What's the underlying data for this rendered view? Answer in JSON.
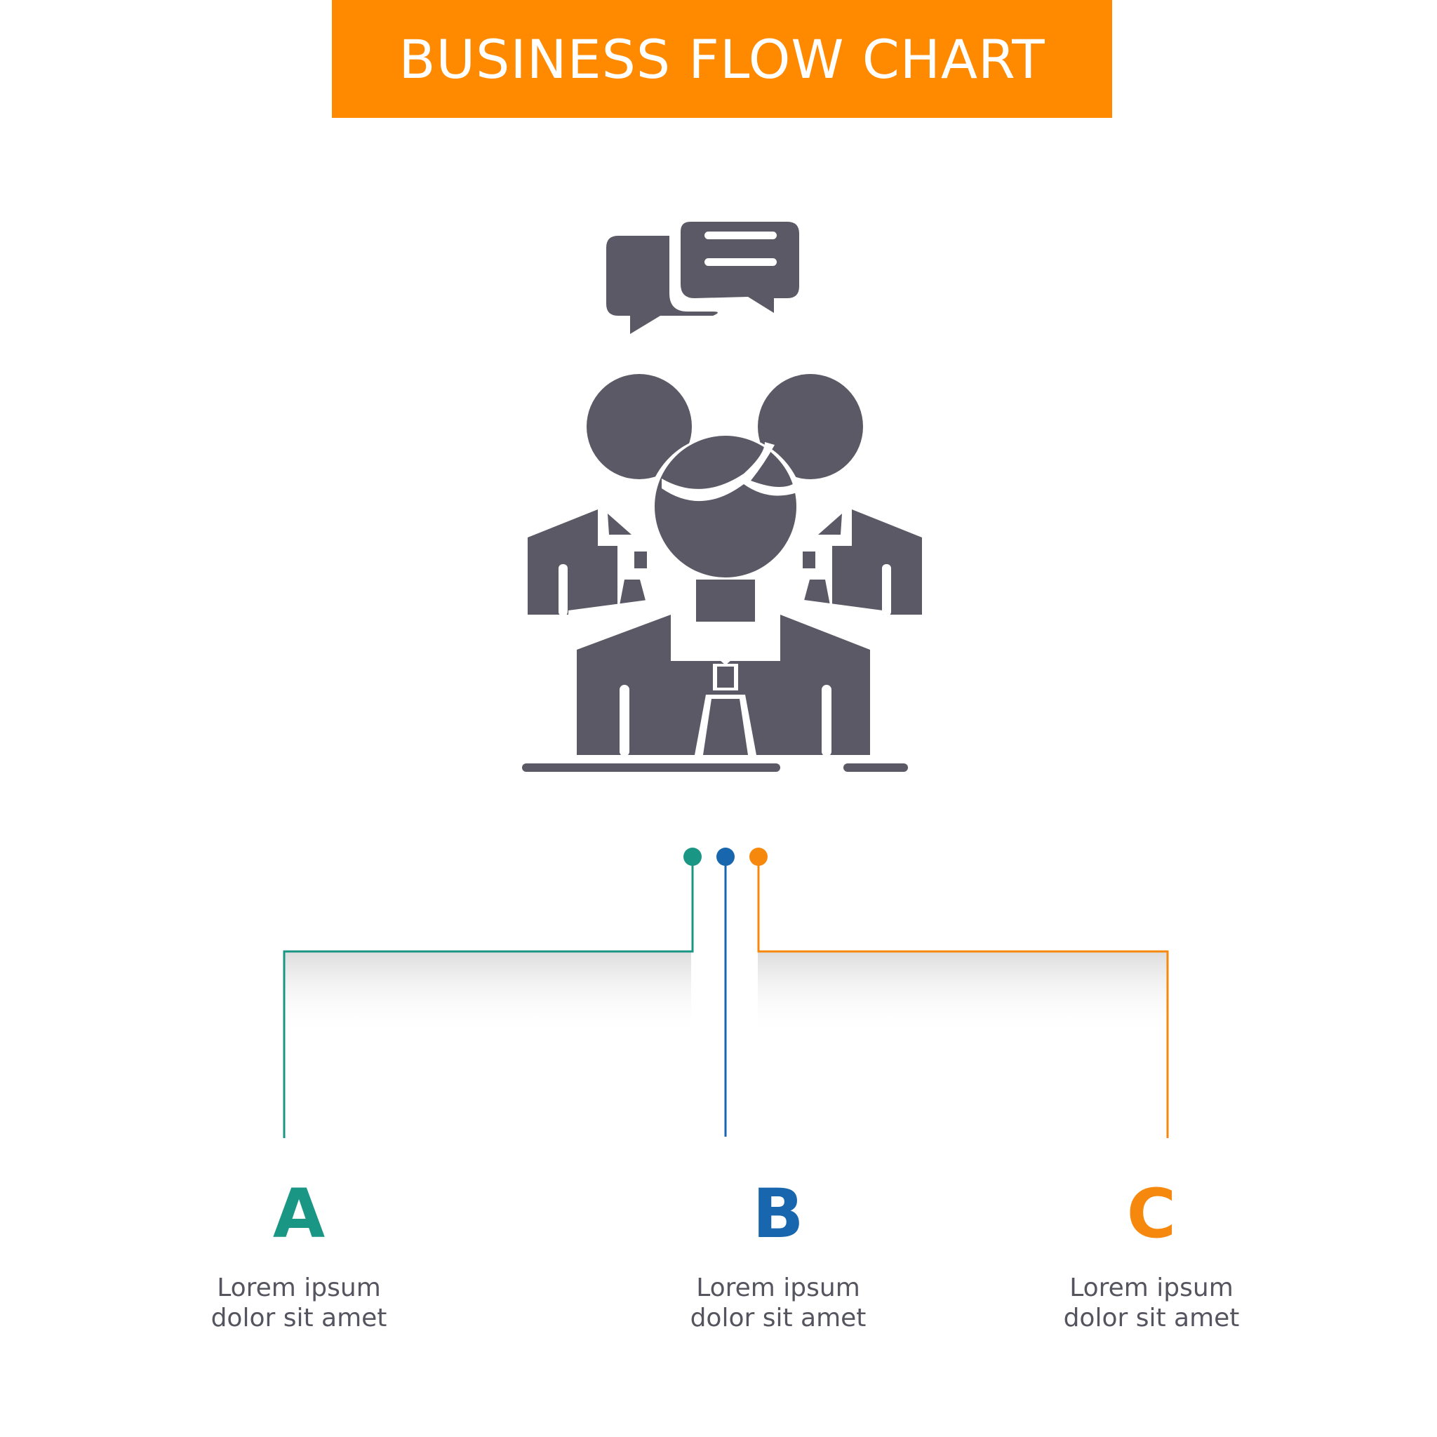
{
  "title": "BUSINESS FLOW CHART",
  "colors": {
    "accent": "#ff8a00",
    "icon": "#5a5965",
    "a": "#1a9684",
    "b": "#1766ae",
    "c": "#f7880e"
  },
  "icon": "team-discussion-icon",
  "steps": [
    {
      "letter": "A",
      "line1": "Lorem ipsum",
      "line2": "dolor sit amet",
      "color": "#1a9684"
    },
    {
      "letter": "B",
      "line1": "Lorem ipsum",
      "line2": "dolor sit amet",
      "color": "#1766ae"
    },
    {
      "letter": "C",
      "line1": "Lorem ipsum",
      "line2": "dolor sit amet",
      "color": "#f7880e"
    }
  ]
}
